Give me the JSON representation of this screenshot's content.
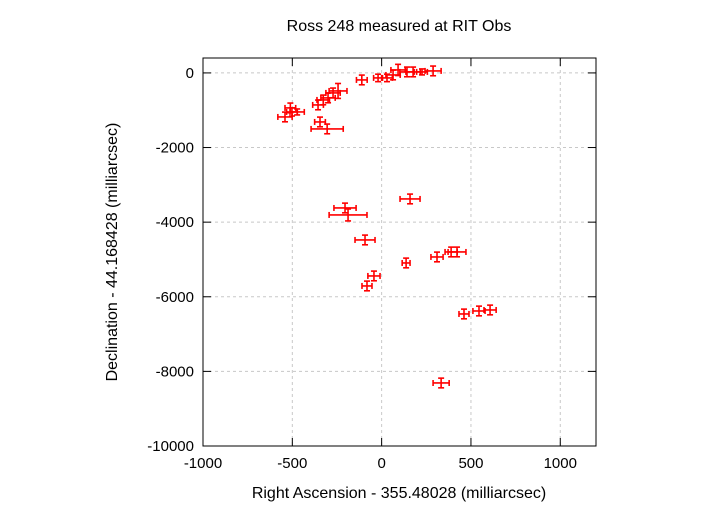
{
  "chart_data": {
    "type": "scatter",
    "title": "Ross 248 measured at RIT Obs",
    "xlabel": "Right Ascension - 355.48028 (milliarcsec)",
    "ylabel": "Declination - 44.168428 (milliarcsec)",
    "xlim": [
      -1000,
      1200
    ],
    "ylim": [
      -10000,
      400
    ],
    "xticks": [
      -1000,
      -500,
      0,
      500,
      1000
    ],
    "yticks": [
      0,
      -2000,
      -4000,
      -6000,
      -8000,
      -10000
    ],
    "grid": true,
    "color": "#ff0000",
    "series": [
      {
        "name": "Ross 248",
        "points": [
          {
            "x": -511,
            "y": -938,
            "xerr": 30,
            "yerr": 130
          },
          {
            "x": -502,
            "y": -1046,
            "xerr": 30,
            "yerr": 110
          },
          {
            "x": -541,
            "y": -1180,
            "xerr": 40,
            "yerr": 130
          },
          {
            "x": -473,
            "y": -1046,
            "xerr": 40,
            "yerr": 80
          },
          {
            "x": -356,
            "y": -858,
            "xerr": 30,
            "yerr": 130
          },
          {
            "x": -327,
            "y": -724,
            "xerr": 35,
            "yerr": 130
          },
          {
            "x": -300,
            "y": -670,
            "xerr": 40,
            "yerr": 130
          },
          {
            "x": -272,
            "y": -536,
            "xerr": 40,
            "yerr": 130
          },
          {
            "x": -244,
            "y": -483,
            "xerr": 50,
            "yerr": 200
          },
          {
            "x": -345,
            "y": -1314,
            "xerr": 30,
            "yerr": 130
          },
          {
            "x": -305,
            "y": -1501,
            "xerr": 90,
            "yerr": 130
          },
          {
            "x": -111,
            "y": -188,
            "xerr": 30,
            "yerr": 130
          },
          {
            "x": -20,
            "y": -134,
            "xerr": 25,
            "yerr": 100
          },
          {
            "x": 30,
            "y": -134,
            "xerr": 30,
            "yerr": 100
          },
          {
            "x": 92,
            "y": 80,
            "xerr": 40,
            "yerr": 150
          },
          {
            "x": 64,
            "y": -54,
            "xerr": 40,
            "yerr": 130
          },
          {
            "x": 142,
            "y": 27,
            "xerr": 40,
            "yerr": 130
          },
          {
            "x": 176,
            "y": 27,
            "xerr": 40,
            "yerr": 130
          },
          {
            "x": 226,
            "y": 27,
            "xerr": 30,
            "yerr": 80
          },
          {
            "x": 288,
            "y": 54,
            "xerr": 45,
            "yerr": 130
          },
          {
            "x": 159,
            "y": -3378,
            "xerr": 56,
            "yerr": 130
          },
          {
            "x": -205,
            "y": -3620,
            "xerr": 62,
            "yerr": 130
          },
          {
            "x": -188,
            "y": -3807,
            "xerr": 106,
            "yerr": 160
          },
          {
            "x": -93,
            "y": -4477,
            "xerr": 56,
            "yerr": 130
          },
          {
            "x": 137,
            "y": -5094,
            "xerr": 22,
            "yerr": 130
          },
          {
            "x": 310,
            "y": -4933,
            "xerr": 34,
            "yerr": 130
          },
          {
            "x": 389,
            "y": -4799,
            "xerr": 34,
            "yerr": 130
          },
          {
            "x": 422,
            "y": -4799,
            "xerr": 50,
            "yerr": 130
          },
          {
            "x": -43,
            "y": -5442,
            "xerr": 34,
            "yerr": 130
          },
          {
            "x": -82,
            "y": -5710,
            "xerr": 28,
            "yerr": 130
          },
          {
            "x": 461,
            "y": -6461,
            "xerr": 28,
            "yerr": 130
          },
          {
            "x": 545,
            "y": -6381,
            "xerr": 34,
            "yerr": 130
          },
          {
            "x": 607,
            "y": -6354,
            "xerr": 34,
            "yerr": 130
          },
          {
            "x": 333,
            "y": -8311,
            "xerr": 45,
            "yerr": 130
          }
        ]
      }
    ]
  }
}
